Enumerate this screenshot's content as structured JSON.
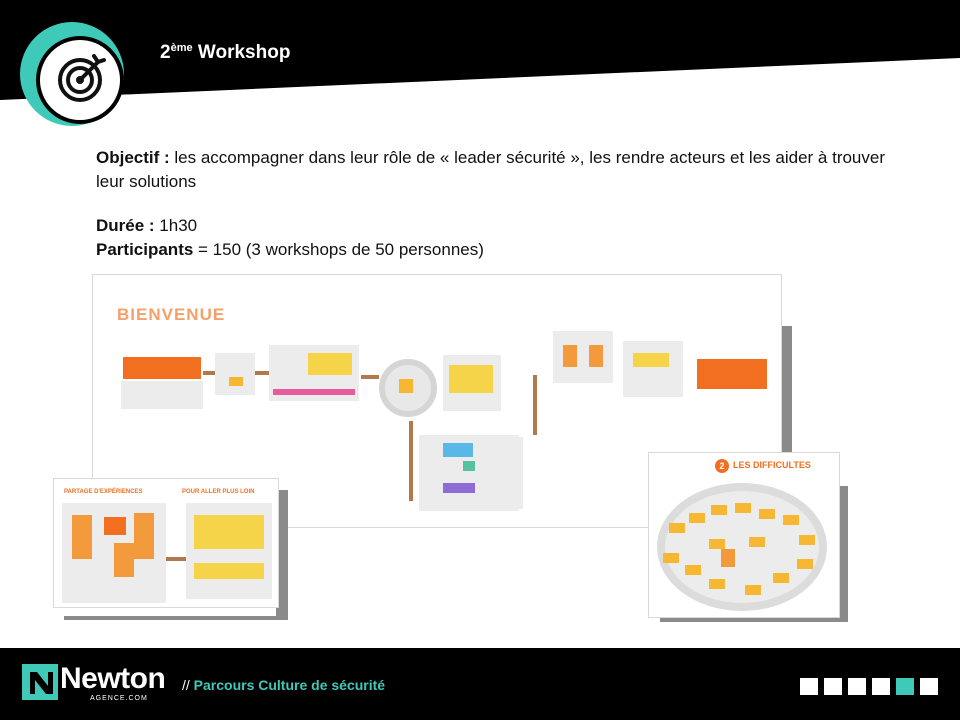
{
  "header": {
    "title_number": "2",
    "title_superscript": "ème",
    "title_rest": " Workshop",
    "icon": "target-arrow-icon",
    "accent_color": "#3ec9b9"
  },
  "content": {
    "objective_label": "Objectif :",
    "objective_text": " les accompagner dans leur rôle de « leader sécurité », les rendre acteurs et les aider à trouver leur solutions",
    "duration_label": "Durée :",
    "duration_value": " 1h30",
    "participants_label": "Participants",
    "participants_value": " = 150 (3 workshops de 50 personnes)"
  },
  "screenshots": {
    "main": {
      "title": "BIENVENUE"
    },
    "left": {
      "section_1": "PARTAGE D'EXPÉRIENCES",
      "section_2": "POUR ALLER PLUS LOIN"
    },
    "right": {
      "number": "2",
      "title": "LES DIFFICULTES"
    }
  },
  "footer": {
    "brand": "Newton",
    "brand_sub": "AGENCE.COM",
    "slashes": "// ",
    "course": "Parcours Culture de sécurité",
    "progress_total": 6,
    "progress_active_index": 4
  }
}
